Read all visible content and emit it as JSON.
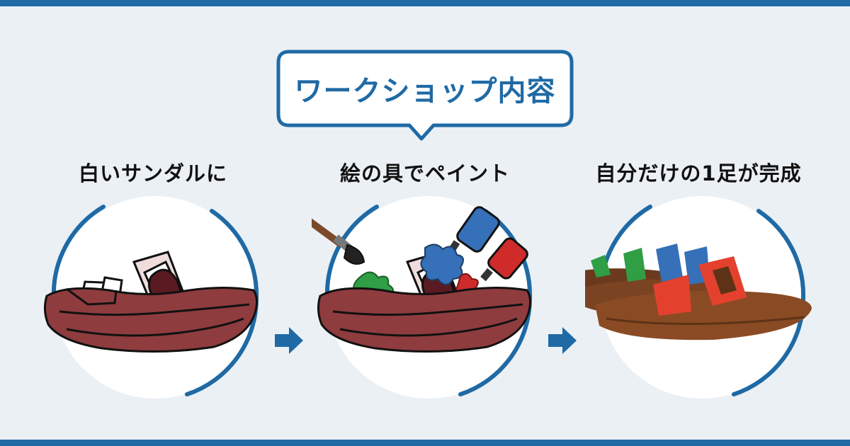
{
  "header": {
    "title": "ワークショップ内容"
  },
  "steps": [
    {
      "label": "白いサンダルに"
    },
    {
      "label": "絵の具でペイント"
    },
    {
      "label": "自分だけの1足が完成"
    }
  ],
  "colors": {
    "accent": "#1f6aa5",
    "background": "#ebf0f5",
    "sandal_sole": "#8f3c3e",
    "paint_blue": "#3570b8",
    "paint_red": "#cf2b2b",
    "paint_green": "#2f9e44"
  }
}
